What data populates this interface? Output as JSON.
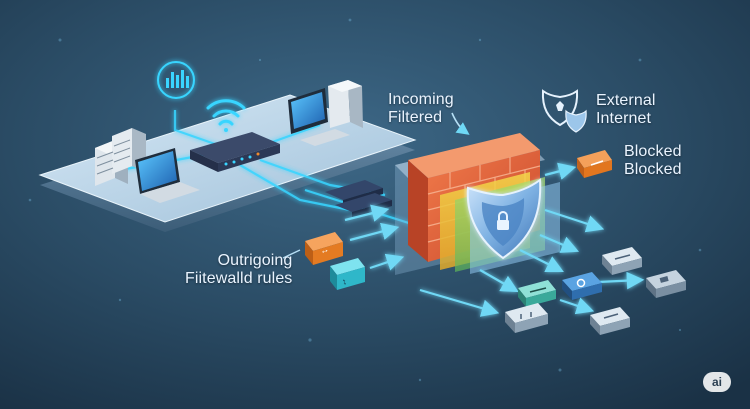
{
  "labels": {
    "incoming_line1": "Incoming",
    "incoming_line2": "Filtered",
    "external_line1": "External",
    "external_line2": "Internet",
    "blocked_line1": "Blocked",
    "blocked_line2": "Blocked",
    "outgoing_line1": "Outrigoing",
    "outgoing_line2": "Fiitewalld rules"
  },
  "badge": {
    "text": "ai"
  },
  "icons": {
    "monitor-icon": "chart bars",
    "wifi-icon": "wifi arcs",
    "shield-icon": "shield with lock"
  },
  "colors": {
    "background": "#243f55",
    "platform": "#b9d3e6",
    "brick": "#e2613a",
    "shield": "#7fb2e3",
    "glow": "#39d5ff",
    "accent_orange": "#f08a2c",
    "accent_teal": "#2fb7c9"
  }
}
